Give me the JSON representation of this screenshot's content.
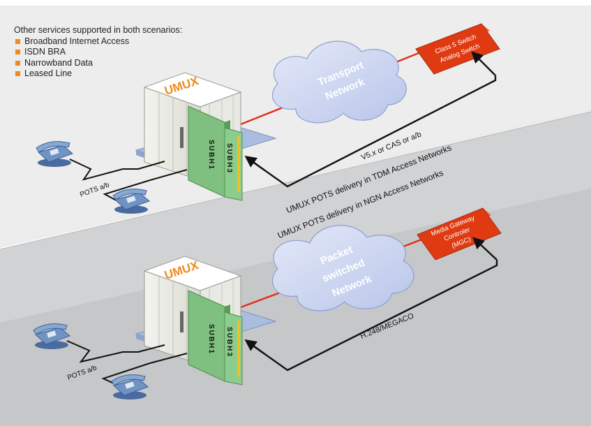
{
  "services": {
    "heading": "Other services supported in both scenarios:",
    "items": [
      "Broadband Internet Access",
      "ISDN BRA",
      "Narrowband Data",
      "Leased Line"
    ],
    "bullet_color": "#f08a1c"
  },
  "tdm": {
    "umux_label": "UMUX",
    "card1_label": "SUBH1",
    "card2_label": "SUBH3",
    "cloud_label": [
      "Transport",
      "Network"
    ],
    "switch_label": [
      "Class 5 Switch",
      "Analog Switch"
    ],
    "link_label": "V5.x or CAS or a/b",
    "pots_label": "POTS a/b",
    "caption": "UMUX POTS delivery in TDM Access Networks"
  },
  "ngn": {
    "umux_label": "UMUX",
    "card1_label": "SUBH1",
    "card2_label": "SUBH3",
    "cloud_label": [
      "Packet",
      "switched",
      "Network"
    ],
    "switch_label": [
      "Media Gateway",
      "Controler",
      "(MGC)"
    ],
    "link_label": "H.248/MEGACO",
    "pots_label": "POTS a/b",
    "caption": "UMUX POTS delivery in NGN Access Networks"
  },
  "colors": {
    "accent_orange": "#f08a1c",
    "switch_red": "#e03a12",
    "cloud_blue": "#c9d3ef",
    "card_green": "#7fbf7f",
    "phone_blue": "#6f93c2",
    "band_gray": "#c7c9cc"
  }
}
